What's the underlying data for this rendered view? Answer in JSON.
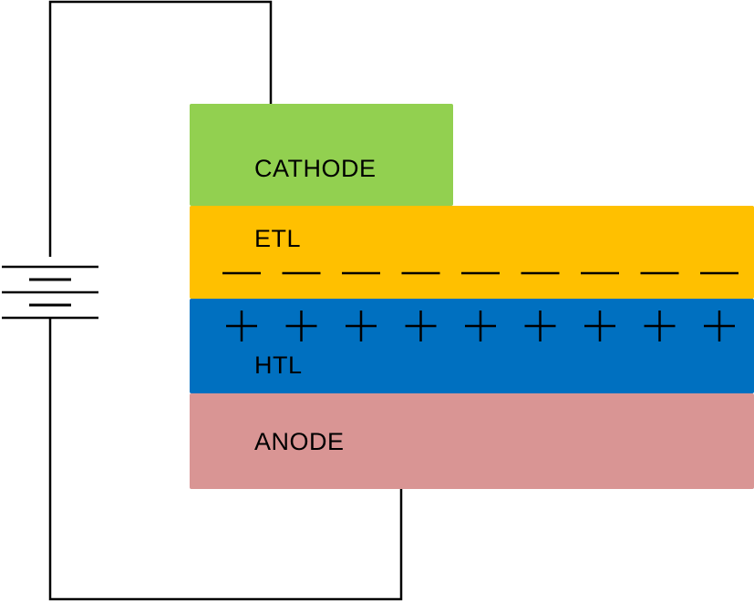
{
  "layers": {
    "cathode": {
      "label": "CATHODE",
      "color": "#92D050"
    },
    "etl": {
      "label": "ETL",
      "color": "#FFC000"
    },
    "htl": {
      "label": "HTL",
      "color": "#0070C0"
    },
    "anode": {
      "label": "ANODE",
      "color": "#D99594"
    }
  },
  "charges": {
    "negative_count": 9,
    "positive_count": 9,
    "color": "#000000"
  },
  "circuit": {
    "wire_color": "#000000",
    "battery_cells": 2
  }
}
